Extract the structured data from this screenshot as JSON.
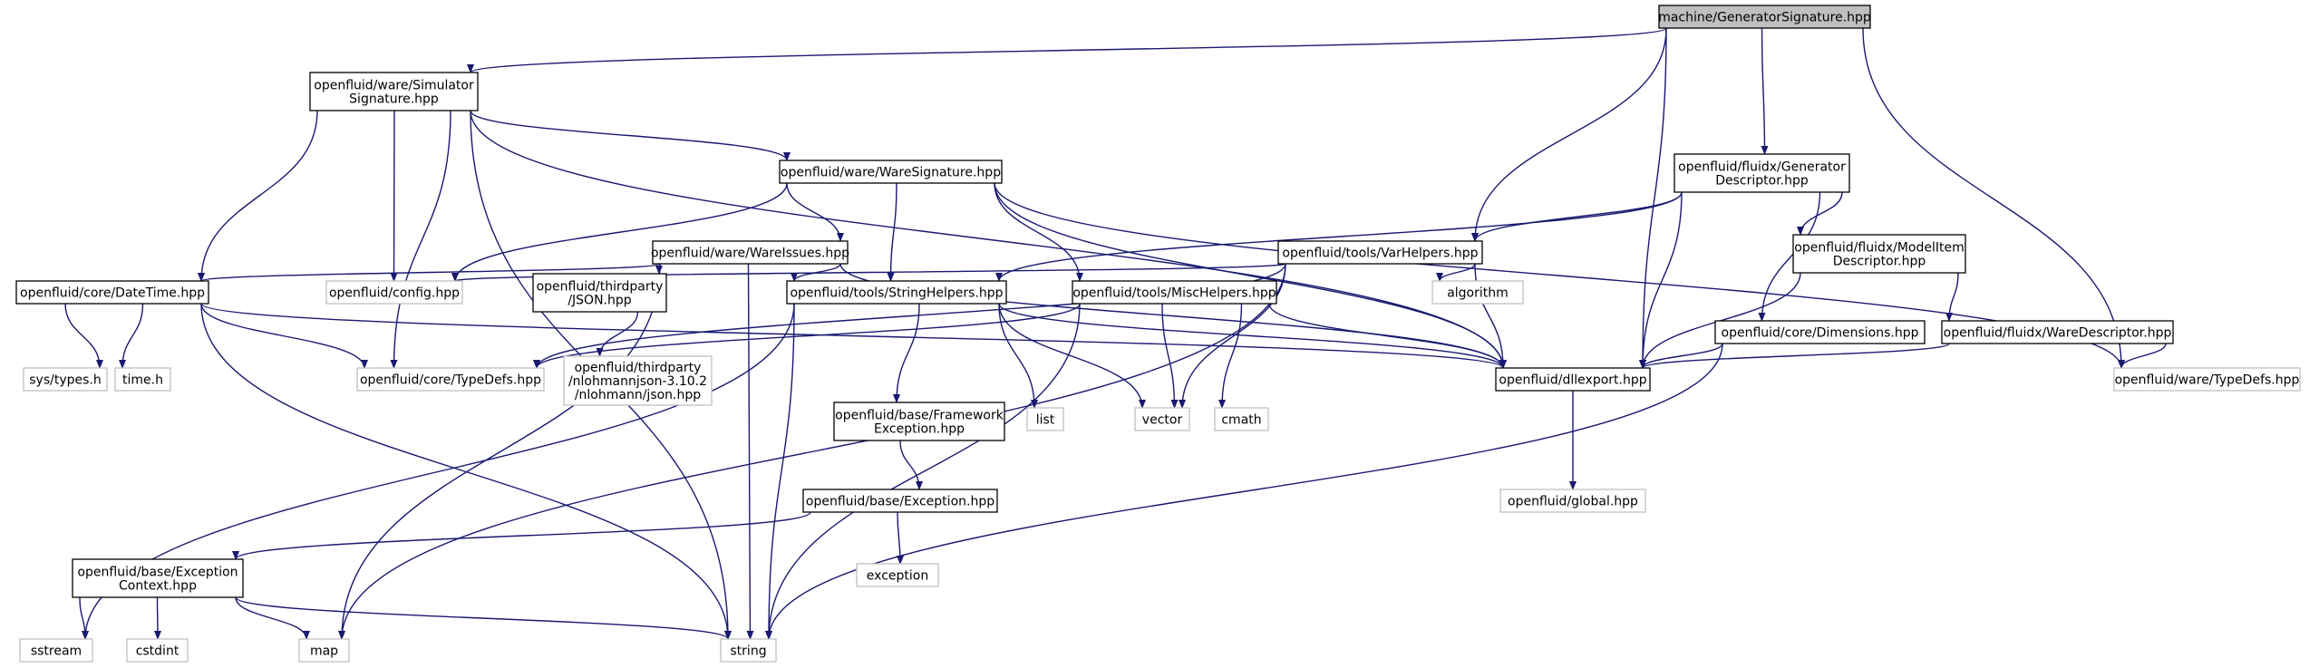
{
  "title": "",
  "nodes": [
    {
      "id": "n_gen_sig",
      "lines": [
        "machine/GeneratorSignature.hpp"
      ],
      "kind": "root"
    },
    {
      "id": "n_sim_sig",
      "lines": [
        "openfluid/ware/Simulator",
        "Signature.hpp"
      ],
      "kind": "internal"
    },
    {
      "id": "n_ware_sig",
      "lines": [
        "openfluid/ware/WareSignature.hpp"
      ],
      "kind": "internal"
    },
    {
      "id": "n_gen_desc",
      "lines": [
        "openfluid/fluidx/Generator",
        "Descriptor.hpp"
      ],
      "kind": "internal"
    },
    {
      "id": "n_var_helpers",
      "lines": [
        "openfluid/tools/VarHelpers.hpp"
      ],
      "kind": "internal"
    },
    {
      "id": "n_ware_issues",
      "lines": [
        "openfluid/ware/WareIssues.hpp"
      ],
      "kind": "internal"
    },
    {
      "id": "n_model_item",
      "lines": [
        "openfluid/fluidx/ModelItem",
        "Descriptor.hpp"
      ],
      "kind": "internal"
    },
    {
      "id": "n_datetime",
      "lines": [
        "openfluid/core/DateTime.hpp"
      ],
      "kind": "internal"
    },
    {
      "id": "n_config",
      "lines": [
        "openfluid/config.hpp"
      ],
      "kind": "external"
    },
    {
      "id": "n_json",
      "lines": [
        "openfluid/thirdparty",
        "/JSON.hpp"
      ],
      "kind": "internal"
    },
    {
      "id": "n_string_helpers",
      "lines": [
        "openfluid/tools/StringHelpers.hpp"
      ],
      "kind": "internal"
    },
    {
      "id": "n_misc_helpers",
      "lines": [
        "openfluid/tools/MiscHelpers.hpp"
      ],
      "kind": "internal"
    },
    {
      "id": "n_algorithm",
      "lines": [
        "algorithm"
      ],
      "kind": "external"
    },
    {
      "id": "n_dimensions",
      "lines": [
        "openfluid/core/Dimensions.hpp"
      ],
      "kind": "internal"
    },
    {
      "id": "n_ware_desc",
      "lines": [
        "openfluid/fluidx/WareDescriptor.hpp"
      ],
      "kind": "internal"
    },
    {
      "id": "n_sys_types",
      "lines": [
        "sys/types.h"
      ],
      "kind": "external"
    },
    {
      "id": "n_time_h",
      "lines": [
        "time.h"
      ],
      "kind": "external"
    },
    {
      "id": "n_core_typedefs",
      "lines": [
        "openfluid/core/TypeDefs.hpp"
      ],
      "kind": "external"
    },
    {
      "id": "n_nlohmann",
      "lines": [
        "openfluid/thirdparty",
        "/nlohmannjson-3.10.2",
        "/nlohmann/json.hpp"
      ],
      "kind": "external"
    },
    {
      "id": "n_fw_exception",
      "lines": [
        "openfluid/base/Framework",
        "Exception.hpp"
      ],
      "kind": "internal"
    },
    {
      "id": "n_list",
      "lines": [
        "list"
      ],
      "kind": "external"
    },
    {
      "id": "n_vector",
      "lines": [
        "vector"
      ],
      "kind": "external"
    },
    {
      "id": "n_cmath",
      "lines": [
        "cmath"
      ],
      "kind": "external"
    },
    {
      "id": "n_dllexport",
      "lines": [
        "openfluid/dllexport.hpp"
      ],
      "kind": "internal"
    },
    {
      "id": "n_ware_typedefs",
      "lines": [
        "openfluid/ware/TypeDefs.hpp"
      ],
      "kind": "external"
    },
    {
      "id": "n_global",
      "lines": [
        "openfluid/global.hpp"
      ],
      "kind": "external"
    },
    {
      "id": "n_base_exception",
      "lines": [
        "openfluid/base/Exception.hpp"
      ],
      "kind": "internal"
    },
    {
      "id": "n_exception",
      "lines": [
        "exception"
      ],
      "kind": "external"
    },
    {
      "id": "n_exc_context",
      "lines": [
        "openfluid/base/Exception",
        "Context.hpp"
      ],
      "kind": "internal"
    },
    {
      "id": "n_sstream",
      "lines": [
        "sstream"
      ],
      "kind": "external"
    },
    {
      "id": "n_cstdint",
      "lines": [
        "cstdint"
      ],
      "kind": "external"
    },
    {
      "id": "n_map",
      "lines": [
        "map"
      ],
      "kind": "external"
    },
    {
      "id": "n_string",
      "lines": [
        "string"
      ],
      "kind": "external"
    }
  ],
  "edges": [
    [
      "n_gen_sig",
      "n_sim_sig"
    ],
    [
      "n_gen_sig",
      "n_gen_desc"
    ],
    [
      "n_gen_sig",
      "n_var_helpers"
    ],
    [
      "n_gen_sig",
      "n_dllexport"
    ],
    [
      "n_gen_sig",
      "n_ware_typedefs"
    ],
    [
      "n_sim_sig",
      "n_ware_sig"
    ],
    [
      "n_sim_sig",
      "n_datetime"
    ],
    [
      "n_sim_sig",
      "n_config"
    ],
    [
      "n_sim_sig",
      "n_core_typedefs"
    ],
    [
      "n_sim_sig",
      "n_string"
    ],
    [
      "n_sim_sig",
      "n_dllexport"
    ],
    [
      "n_ware_sig",
      "n_ware_issues"
    ],
    [
      "n_ware_sig",
      "n_config"
    ],
    [
      "n_ware_sig",
      "n_string_helpers"
    ],
    [
      "n_ware_sig",
      "n_misc_helpers"
    ],
    [
      "n_ware_sig",
      "n_dllexport"
    ],
    [
      "n_ware_sig",
      "n_ware_typedefs"
    ],
    [
      "n_gen_desc",
      "n_var_helpers"
    ],
    [
      "n_gen_desc",
      "n_model_item"
    ],
    [
      "n_gen_desc",
      "n_dimensions"
    ],
    [
      "n_gen_desc",
      "n_dllexport"
    ],
    [
      "n_gen_desc",
      "n_string_helpers"
    ],
    [
      "n_var_helpers",
      "n_algorithm"
    ],
    [
      "n_var_helpers",
      "n_vector"
    ],
    [
      "n_var_helpers",
      "n_dllexport"
    ],
    [
      "n_var_helpers",
      "n_map"
    ],
    [
      "n_var_helpers",
      "n_config"
    ],
    [
      "n_var_helpers",
      "n_core_typedefs"
    ],
    [
      "n_ware_issues",
      "n_datetime"
    ],
    [
      "n_ware_issues",
      "n_json"
    ],
    [
      "n_ware_issues",
      "n_string_helpers"
    ],
    [
      "n_ware_issues",
      "n_string"
    ],
    [
      "n_ware_issues",
      "n_map"
    ],
    [
      "n_ware_issues",
      "n_dllexport"
    ],
    [
      "n_model_item",
      "n_ware_desc"
    ],
    [
      "n_model_item",
      "n_dllexport"
    ],
    [
      "n_datetime",
      "n_sys_types"
    ],
    [
      "n_datetime",
      "n_time_h"
    ],
    [
      "n_datetime",
      "n_core_typedefs"
    ],
    [
      "n_datetime",
      "n_string"
    ],
    [
      "n_datetime",
      "n_dllexport"
    ],
    [
      "n_json",
      "n_nlohmann"
    ],
    [
      "n_string_helpers",
      "n_fw_exception"
    ],
    [
      "n_string_helpers",
      "n_list"
    ],
    [
      "n_string_helpers",
      "n_vector"
    ],
    [
      "n_string_helpers",
      "n_string"
    ],
    [
      "n_string_helpers",
      "n_sstream"
    ],
    [
      "n_string_helpers",
      "n_dllexport"
    ],
    [
      "n_misc_helpers",
      "n_vector"
    ],
    [
      "n_misc_helpers",
      "n_cmath"
    ],
    [
      "n_misc_helpers",
      "n_string"
    ],
    [
      "n_misc_helpers",
      "n_dllexport"
    ],
    [
      "n_misc_helpers",
      "n_core_typedefs"
    ],
    [
      "n_dimensions",
      "n_dllexport"
    ],
    [
      "n_dimensions",
      "n_string"
    ],
    [
      "n_ware_desc",
      "n_dllexport"
    ],
    [
      "n_ware_desc",
      "n_ware_typedefs"
    ],
    [
      "n_dllexport",
      "n_global"
    ],
    [
      "n_fw_exception",
      "n_base_exception"
    ],
    [
      "n_base_exception",
      "n_exception"
    ],
    [
      "n_base_exception",
      "n_exc_context"
    ],
    [
      "n_exc_context",
      "n_sstream"
    ],
    [
      "n_exc_context",
      "n_cstdint"
    ],
    [
      "n_exc_context",
      "n_map"
    ],
    [
      "n_exc_context",
      "n_string"
    ]
  ]
}
